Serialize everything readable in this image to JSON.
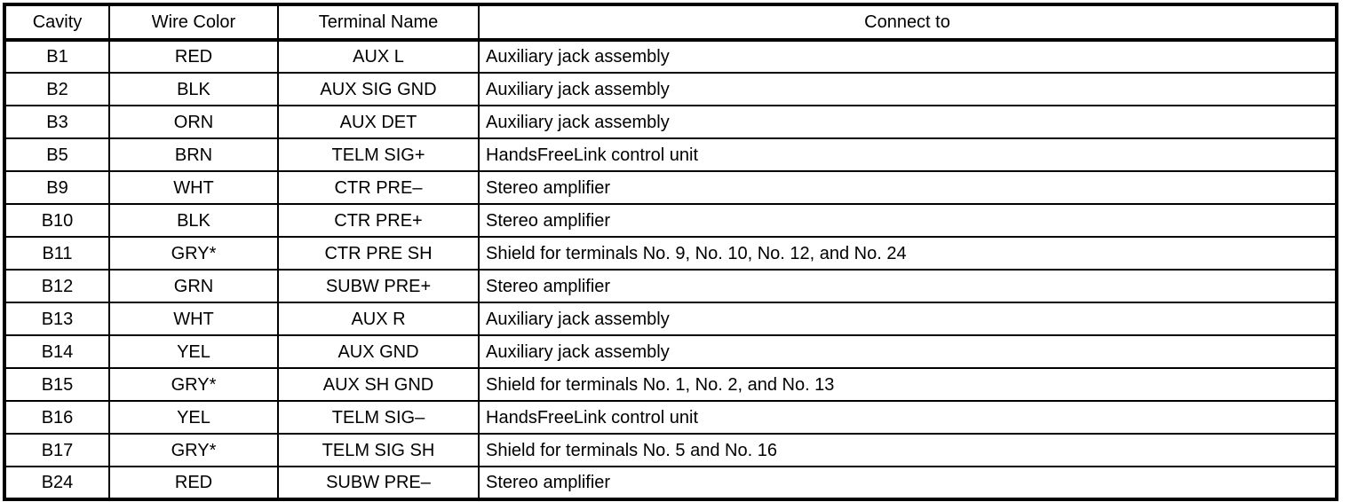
{
  "table": {
    "name": "connector-wiring-table",
    "columns": [
      {
        "key": "cavity",
        "label": "Cavity"
      },
      {
        "key": "wire",
        "label": "Wire Color"
      },
      {
        "key": "terminal",
        "label": "Terminal Name"
      },
      {
        "key": "connect",
        "label": "Connect to"
      }
    ],
    "rows": [
      {
        "cavity": "B1",
        "wire": "RED",
        "terminal": "AUX L",
        "connect": "Auxiliary jack assembly"
      },
      {
        "cavity": "B2",
        "wire": "BLK",
        "terminal": "AUX SIG GND",
        "connect": "Auxiliary jack assembly"
      },
      {
        "cavity": "B3",
        "wire": "ORN",
        "terminal": "AUX DET",
        "connect": "Auxiliary jack assembly"
      },
      {
        "cavity": "B5",
        "wire": "BRN",
        "terminal": "TELM SIG+",
        "connect": "HandsFreeLink control unit"
      },
      {
        "cavity": "B9",
        "wire": "WHT",
        "terminal": "CTR PRE–",
        "connect": "Stereo amplifier"
      },
      {
        "cavity": "B10",
        "wire": "BLK",
        "terminal": "CTR PRE+",
        "connect": "Stereo amplifier"
      },
      {
        "cavity": "B11",
        "wire": "GRY*",
        "terminal": "CTR PRE SH",
        "connect": "Shield for terminals No. 9, No. 10, No. 12, and No. 24"
      },
      {
        "cavity": "B12",
        "wire": "GRN",
        "terminal": "SUBW PRE+",
        "connect": "Stereo amplifier"
      },
      {
        "cavity": "B13",
        "wire": "WHT",
        "terminal": "AUX R",
        "connect": "Auxiliary jack assembly"
      },
      {
        "cavity": "B14",
        "wire": "YEL",
        "terminal": "AUX GND",
        "connect": "Auxiliary jack assembly"
      },
      {
        "cavity": "B15",
        "wire": "GRY*",
        "terminal": "AUX SH GND",
        "connect": "Shield for terminals No. 1, No. 2, and No. 13"
      },
      {
        "cavity": "B16",
        "wire": "YEL",
        "terminal": "TELM SIG–",
        "connect": "HandsFreeLink control unit"
      },
      {
        "cavity": "B17",
        "wire": "GRY*",
        "terminal": "TELM SIG SH",
        "connect": "Shield for terminals No. 5 and No. 16"
      },
      {
        "cavity": "B24",
        "wire": "RED",
        "terminal": "SUBW PRE–",
        "connect": "Stereo amplifier"
      }
    ]
  },
  "colors": {
    "border": "#000000",
    "background": "#ffffff",
    "text": "#000000"
  }
}
